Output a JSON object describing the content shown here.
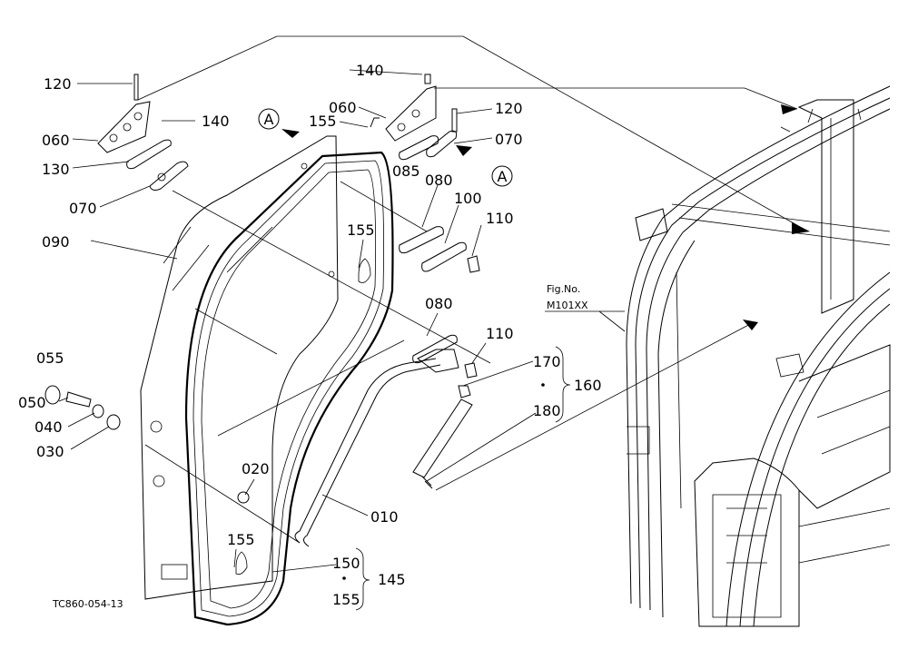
{
  "labels": {
    "p120a": "120",
    "p140a": "140",
    "p060a": "060",
    "p130": "130",
    "p070a": "070",
    "p090": "090",
    "p055": "055",
    "p050": "050",
    "p040": "040",
    "p030": "030",
    "p155a": "155",
    "p155b": "155",
    "p155c": "155",
    "p020": "020",
    "p010": "010",
    "p150": "150",
    "p155d": "155",
    "p145": "145",
    "p140b": "140",
    "p060b": "060",
    "p120b": "120",
    "p070b": "070",
    "p085": "085",
    "p080a": "080",
    "p100": "100",
    "p110a": "110",
    "p080b": "080",
    "p110b": "110",
    "p170": "170",
    "p160": "160",
    "p180": "180",
    "refA1": "A",
    "refA2": "A",
    "fig_no_label": "Fig.No.",
    "fig_no_value": "M101XX",
    "drawing_code": "TC860-054-13"
  }
}
